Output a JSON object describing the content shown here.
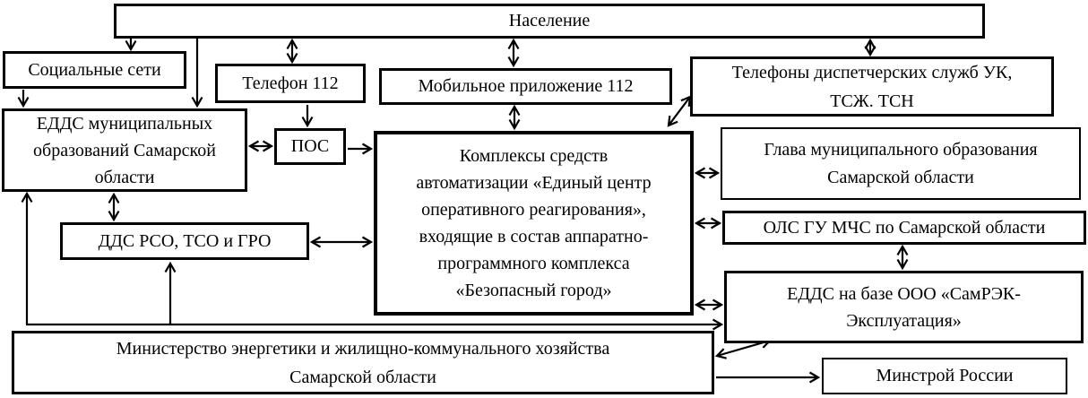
{
  "colors": {
    "background": "#ffffff",
    "line": "#000000"
  },
  "nodes": {
    "population": {
      "label": "Население"
    },
    "social_networks": {
      "label": "Социальные сети"
    },
    "phone_112": {
      "label": "Телефон 112"
    },
    "mobile_app_112": {
      "label": "Мобильное приложение 112"
    },
    "dispatch_phones": {
      "label": "Телефоны диспетчерских служб УК,\nТСЖ. ТСН"
    },
    "edds_municipal": {
      "label": "ЕДДС муниципальных\nобразований Самарской\nобласти"
    },
    "pos": {
      "label": "ПОС"
    },
    "ksa_safe_city": {
      "label": "Комплексы средств\nавтоматизации «Единый центр\nоперативного реагирования»,\nвходящие в состав аппаратно-\nпрограммного комплекса\n«Безопасный город»"
    },
    "head_of_municipality": {
      "label": "Глава муниципального образования\nСамарской области"
    },
    "ols_mchs": {
      "label": "ОЛС ГУ МЧС по Самарской области"
    },
    "dds_rso": {
      "label": "ДДС РСО, ТСО и ГРО"
    },
    "edds_samrek": {
      "label": "ЕДДС на базе ООО «СамРЭК-\nЭксплуатация»"
    },
    "ministry_energy": {
      "label": "Министерство энергетики и жилищно-коммунального хозяйства\nСамарской области"
    },
    "minstroy": {
      "label": "Минстрой России"
    }
  }
}
